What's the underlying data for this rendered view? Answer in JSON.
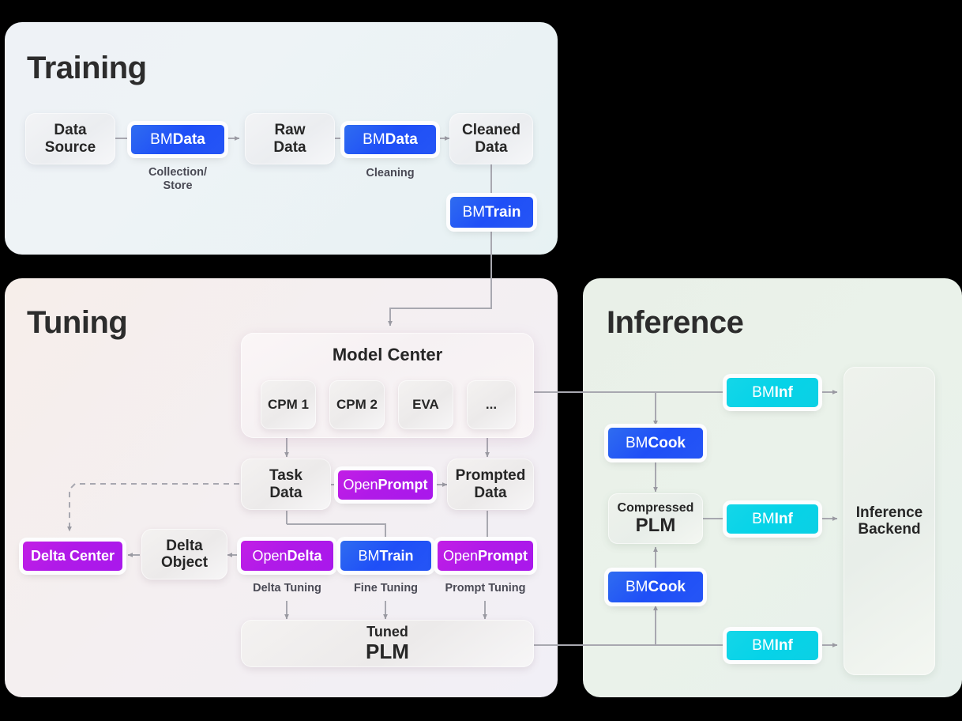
{
  "panels": {
    "training": {
      "title": "Training"
    },
    "tuning": {
      "title": "Tuning"
    },
    "inference": {
      "title": "Inference"
    }
  },
  "training": {
    "nodes": [
      {
        "name": "data-source",
        "l1": "Data",
        "l2": "Source"
      },
      {
        "name": "raw-data",
        "l1": "Raw",
        "l2": "Data"
      },
      {
        "name": "cleaned-data",
        "l1": "Cleaned",
        "l2": "Data"
      }
    ],
    "badges": [
      {
        "name": "bmdata-collect",
        "prefix": "BM",
        "suffix": "Data"
      },
      {
        "name": "bmdata-clean",
        "prefix": "BM",
        "suffix": "Data"
      },
      {
        "name": "bmtrain",
        "prefix": "BM",
        "suffix": "Train"
      }
    ],
    "captions": {
      "collection": "Collection/\nStore",
      "cleaning": "Cleaning"
    }
  },
  "tuning": {
    "model_center": {
      "title": "Model Center",
      "models": [
        "CPM 1",
        "CPM 2",
        "EVA",
        "..."
      ]
    },
    "nodes": [
      {
        "name": "task-data",
        "l1": "Task",
        "l2": "Data"
      },
      {
        "name": "prompted-data",
        "l1": "Prompted",
        "l2": "Data"
      },
      {
        "name": "delta-object",
        "l1": "Delta",
        "l2": "Object"
      },
      {
        "name": "tuned-plm",
        "l1": "Tuned",
        "l2": "PLM"
      }
    ],
    "badges": [
      {
        "name": "openprompt-mid",
        "prefix": "Open",
        "suffix": "Prompt"
      },
      {
        "name": "delta-center",
        "prefix": "",
        "suffix": "Delta Center"
      },
      {
        "name": "opendelta",
        "prefix": "Open",
        "suffix": "Delta"
      },
      {
        "name": "bmtrain-tuning",
        "prefix": "BM",
        "suffix": "Train"
      },
      {
        "name": "openprompt-bottom",
        "prefix": "Open",
        "suffix": "Prompt"
      }
    ],
    "captions": {
      "delta": "Delta Tuning",
      "fine": "Fine Tuning",
      "prompt": "Prompt Tuning"
    }
  },
  "inference": {
    "nodes": [
      {
        "name": "compressed-plm",
        "l1": "Compressed",
        "l2": "PLM"
      },
      {
        "name": "inference-backend",
        "l1": "Inference",
        "l2": "Backend"
      }
    ],
    "badges": [
      {
        "name": "bminf-top",
        "prefix": "BM",
        "suffix": "Inf"
      },
      {
        "name": "bmcook-upper",
        "prefix": "BM",
        "suffix": "Cook"
      },
      {
        "name": "bminf-mid",
        "prefix": "BM",
        "suffix": "Inf"
      },
      {
        "name": "bmcook-lower",
        "prefix": "BM",
        "suffix": "Cook"
      },
      {
        "name": "bminf-bottom",
        "prefix": "BM",
        "suffix": "Inf"
      }
    ]
  },
  "colors": {
    "brand_blue": "#1f4ff7",
    "brand_cyan": "#06d3e8",
    "brand_purple": "#b01ae8",
    "wire": "#a0a0a8",
    "text": "#262626"
  }
}
